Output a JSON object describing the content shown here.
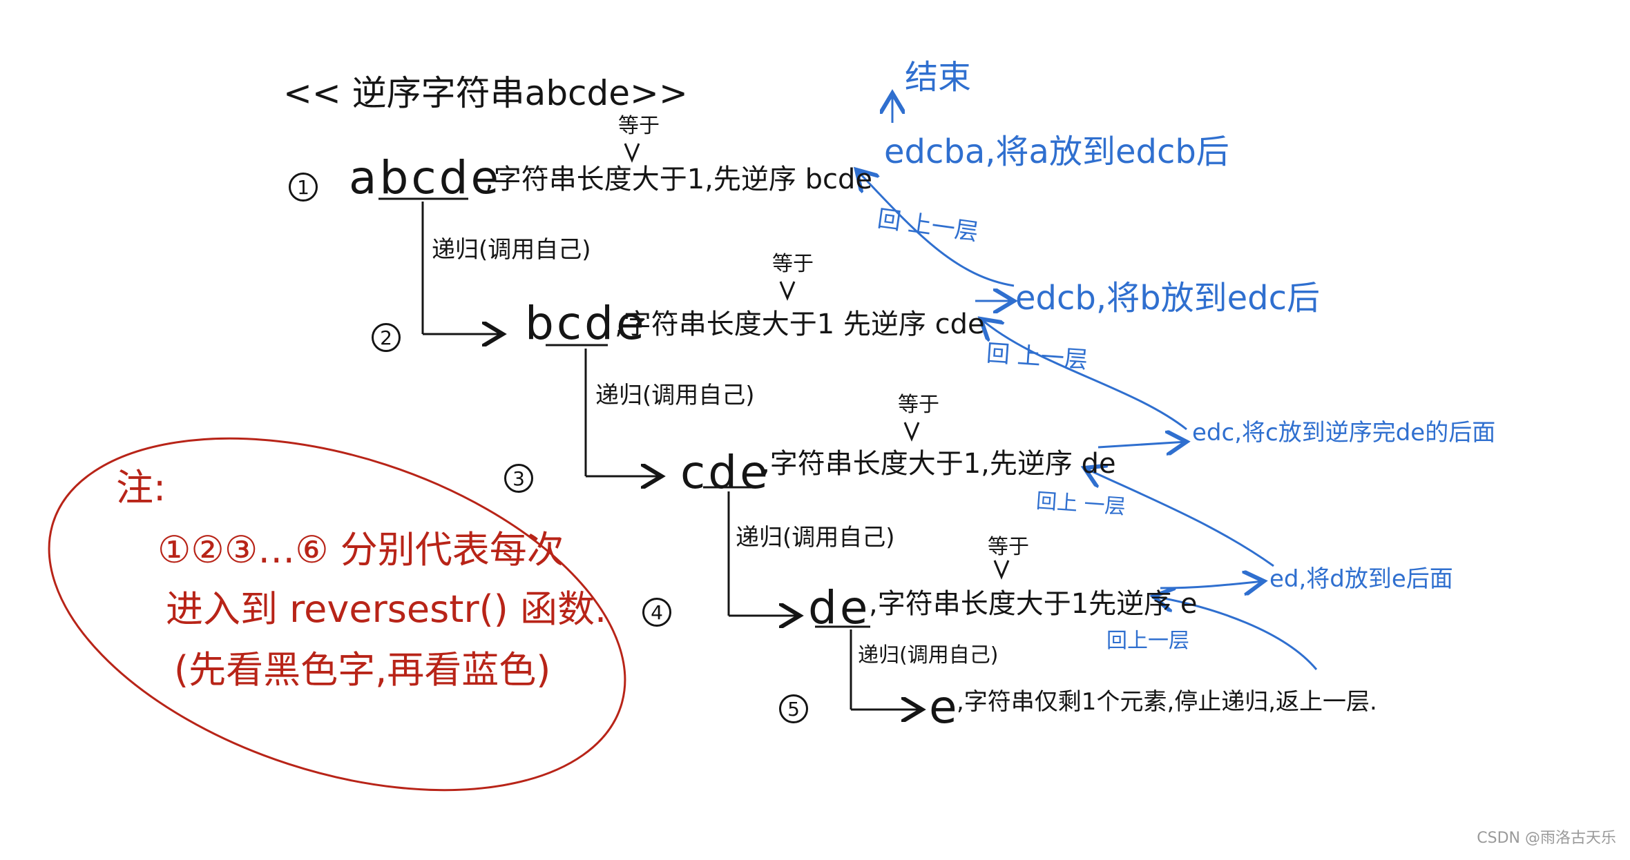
{
  "title": "<< 逆序字符串abcde>>",
  "steps": [
    {
      "num": "1",
      "word": "abcde",
      "desc": ",字符串长度大于1,先逆序 bcde",
      "eq": "等于",
      "recurse": "递归(调用自己)"
    },
    {
      "num": "2",
      "word": "bcde",
      "desc": ",字符串长度大于1 先逆序 cde",
      "eq": "等于",
      "recurse": "递归(调用自己)"
    },
    {
      "num": "3",
      "word": "cde",
      "desc": ",字符串长度大于1,先逆序 de",
      "eq": "等于",
      "recurse": "递归(调用自己)"
    },
    {
      "num": "4",
      "word": "de",
      "desc": ",字符串长度大于1先逆序 e",
      "eq": "等于",
      "recurse": "递归(调用自己)"
    },
    {
      "num": "5",
      "word": "e",
      "desc": ",字符串仅剩1个元素,停止递归,返上一层."
    }
  ],
  "blue": {
    "end": "结束",
    "r1": "edcba,将a放到edcb后",
    "r2": "edcb,将b放到edc后",
    "r3": "edc,将c放到逆序完de的后面",
    "r4": "ed,将d放到e后面",
    "back1": "回 上一层",
    "back2": "回 上一层",
    "back3": "回上 一层",
    "back4": "回上一层"
  },
  "note": {
    "head": "注:",
    "line1": "①②③…⑥ 分别代表每次",
    "line2": "进入到 reversestr() 函数.",
    "line3": "(先看黑色字,再看蓝色)"
  },
  "watermark": "CSDN @雨洛古天乐",
  "colors": {
    "black": "#151515",
    "blue": "#2f6fcf",
    "red": "#b82418"
  }
}
